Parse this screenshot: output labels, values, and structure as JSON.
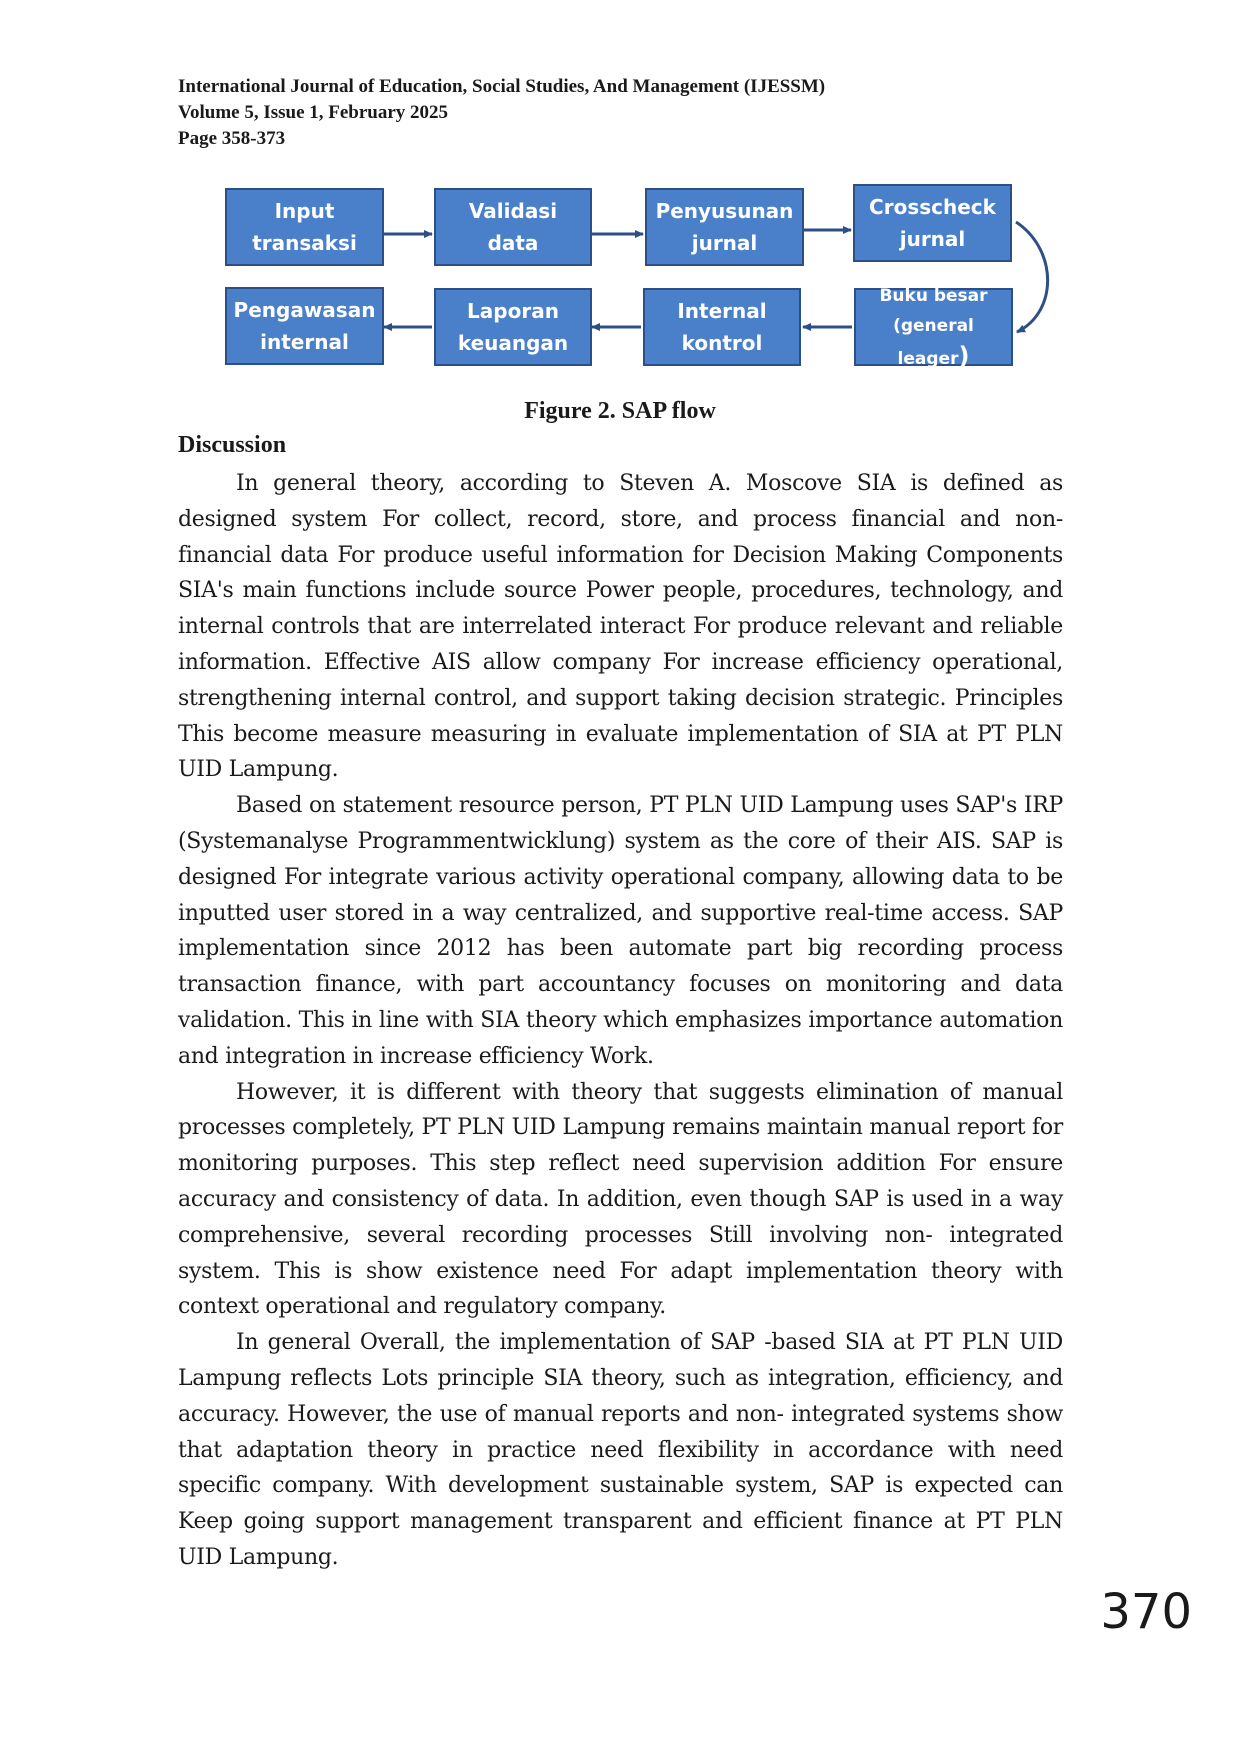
{
  "header": {
    "journal": "International Journal of Education, Social Studies, And Management (IJESSM)",
    "volume": "Volume 5, Issue 1, February 2025",
    "pages": "Page 358-373"
  },
  "diagram": {
    "row1": [
      {
        "line1": "Input",
        "line2": "transaksi"
      },
      {
        "line1": "Validasi",
        "line2": "data"
      },
      {
        "line1": "Penyusunan",
        "line2": "jurnal"
      },
      {
        "line1": "Crosscheck",
        "line2": "jurnal"
      }
    ],
    "row2": [
      {
        "line1": "Pengawasan",
        "line2": "internal"
      },
      {
        "line1": "Laporan",
        "line2": "keuangan"
      },
      {
        "line1": "Internal",
        "line2": "kontrol"
      },
      {
        "line1": "Buku besar",
        "line2": "(general leager",
        "line2_end": ")"
      }
    ],
    "box_color": "#4a7fc9",
    "border_color": "#2b4f86",
    "arrow_color": "#2b4f86"
  },
  "caption": "Figure 2. SAP flow",
  "section_title": "Discussion",
  "paragraphs": [
    "In general theory, according to Steven A. Moscove SIA is defined as designed system For collect, record, store, and process financial and non-financial data For produce useful information for Decision Making Components SIA's main functions include source Power people, procedures, technology, and internal controls that are interrelated interact For produce relevant and reliable information. Effective AIS allow company For increase efficiency operational, strengthening internal control, and support taking decision strategic. Principles This become measure measuring in evaluate implementation of SIA at PT PLN UID Lampung.",
    "Based on statement resource person, PT PLN UID Lampung uses SAP's IRP (Systemanalyse Programmentwicklung) system as the core of their AIS. SAP is designed For integrate various activity operational company, allowing data to be inputted user stored in a way centralized, and supportive real-time access. SAP implementation since 2012 has been automate part big recording process transaction finance, with part accountancy focuses on monitoring and data validation. This in line with SIA theory which emphasizes importance automation and integration in increase efficiency Work.",
    "However, it is different with theory that suggests elimination of manual processes completely, PT PLN UID Lampung remains maintain manual report for monitoring purposes. This step reflect need supervision addition For ensure accuracy and consistency of data. In addition, even though SAP is used in a way comprehensive, several recording processes Still involving non- integrated system. This is show existence need For adapt implementation theory with context operational and regulatory company.",
    "In general Overall, the implementation of SAP -based SIA at PT PLN UID Lampung reflects Lots principle SIA theory, such as integration, efficiency, and accuracy. However, the use of manual reports and non- integrated systems show that adaptation theory in practice need flexibility in accordance with need specific company. With development sustainable system, SAP is expected can Keep going support management transparent and efficient finance at PT PLN UID Lampung."
  ],
  "page_number": "370"
}
